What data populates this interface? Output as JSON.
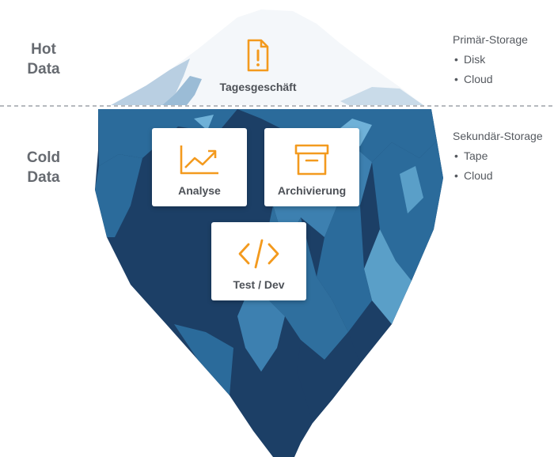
{
  "hot_tier": {
    "line1": "Hot",
    "line2": "Data"
  },
  "cold_tier": {
    "line1": "Cold",
    "line2": "Data"
  },
  "primary_storage": {
    "title": "Primär-Storage",
    "items": [
      "Disk",
      "Cloud"
    ]
  },
  "secondary_storage": {
    "title": "Sekundär-Storage",
    "items": [
      "Tape",
      "Cloud"
    ]
  },
  "tip_item": {
    "label": "Tagesgeschäft",
    "icon": "document-alert-icon"
  },
  "cards": [
    {
      "label": "Analyse",
      "icon": "trending-chart-icon"
    },
    {
      "label": "Archivierung",
      "icon": "archive-box-icon"
    },
    {
      "label": "Test / Dev",
      "icon": "code-icon"
    }
  ],
  "colors": {
    "accent": "#f39a1e",
    "ice_dark": "#1c3f66",
    "ice_mid": "#2b6b9b",
    "ice_light": "#5a9fc8",
    "ice_top": "#b9cfe2",
    "text": "#666a70"
  }
}
